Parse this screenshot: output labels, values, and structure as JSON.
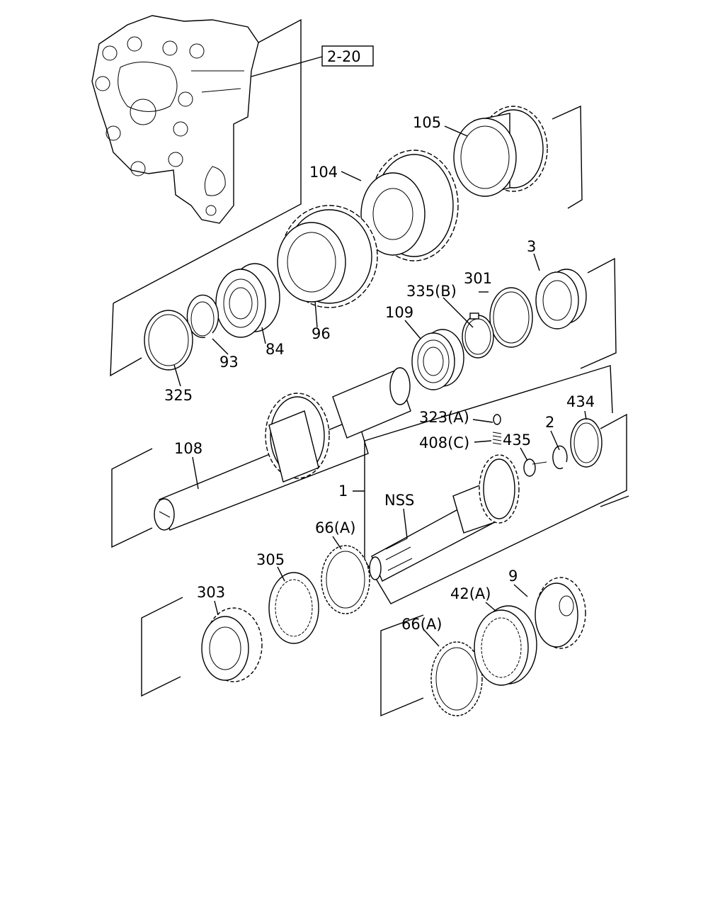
{
  "reference_box": "2-20",
  "labels": {
    "p105": "105",
    "p104": "104",
    "p3": "3",
    "p301": "301",
    "p335b": "335(B)",
    "p109": "109",
    "p96": "96",
    "p84": "84",
    "p93": "93",
    "p325": "325",
    "p323a": "323(A)",
    "p408c": "408(C)",
    "p434": "434",
    "p2": "2",
    "p435": "435",
    "p108": "108",
    "p1": "1",
    "pnss": "NSS",
    "p66a_1": "66(A)",
    "p305": "305",
    "p303": "303",
    "p42a": "42(A)",
    "p9": "9",
    "p66a_2": "66(A)"
  }
}
